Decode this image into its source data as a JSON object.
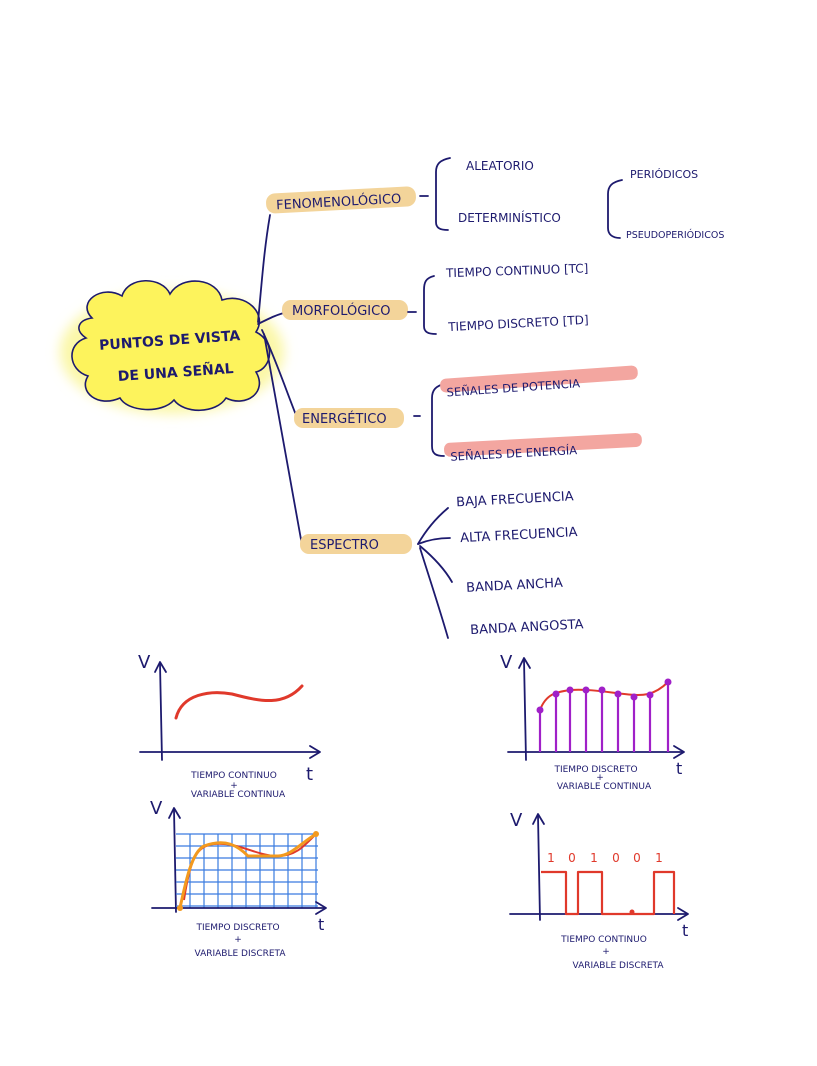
{
  "colors": {
    "ink": "#1d1a6e",
    "cloud_fill": "#fdf35c",
    "cloud_glow": "#fbf7a8",
    "category_highlight": "#f3d49a",
    "energy_highlight": "#f3a6a0",
    "signal_red": "#e0392b",
    "signal_orange": "#f39a1e",
    "signal_purple": "#a020c8",
    "grid_blue": "#3a7be0"
  },
  "mindmap": {
    "root": {
      "line1": "PUNTOS DE VISTA",
      "line2": "DE UNA SEÑAL"
    },
    "categories": [
      {
        "id": "fenomenologico",
        "label": "FENOMENOLÓGICO",
        "children": [
          {
            "label": "ALEATORIO"
          },
          {
            "label": "DETERMINÍSTICO",
            "children": [
              {
                "label": "PERIÓDICOS"
              },
              {
                "label": "PSEUDOPERIÓDICOS"
              }
            ]
          }
        ]
      },
      {
        "id": "morfologico",
        "label": "MORFOLÓGICO",
        "children": [
          {
            "label": "TIEMPO CONTINUO [TC]"
          },
          {
            "label": "TIEMPO DISCRETO [TD]"
          }
        ]
      },
      {
        "id": "energetico",
        "label": "ENERGÉTICO",
        "children": [
          {
            "label": "SEÑALES DE POTENCIA"
          },
          {
            "label": "SEÑALES DE ENERGÍA"
          }
        ]
      },
      {
        "id": "espectro",
        "label": "ESPECTRO",
        "children": [
          {
            "label": "BAJA FRECUENCIA"
          },
          {
            "label": "ALTA FRECUENCIA"
          },
          {
            "label": "BANDA ANCHA"
          },
          {
            "label": "BANDA ANGOSTA"
          }
        ]
      }
    ]
  },
  "plots": [
    {
      "id": "tc-vc",
      "y_axis": "V",
      "x_axis": "t",
      "caption_line1": "TIEMPO CONTINUO",
      "caption_plus": "+",
      "caption_line2": "VARIABLE CONTINUA"
    },
    {
      "id": "td-vc",
      "y_axis": "V",
      "x_axis": "t",
      "caption_line1": "TIEMPO DISCRETO",
      "caption_plus": "+",
      "caption_line2": "VARIABLE CONTINUA"
    },
    {
      "id": "td-vd",
      "y_axis": "V",
      "x_axis": "t",
      "caption_line1": "TIEMPO DISCRETO",
      "caption_plus": "+",
      "caption_line2": "VARIABLE DISCRETA"
    },
    {
      "id": "tc-vd",
      "y_axis": "V",
      "x_axis": "t",
      "caption_line1": "TIEMPO CONTINUO",
      "caption_plus": "+",
      "caption_line2": "VARIABLE DISCRETA",
      "bits": [
        "1",
        "0",
        "1",
        "0",
        "0",
        "1"
      ]
    }
  ]
}
